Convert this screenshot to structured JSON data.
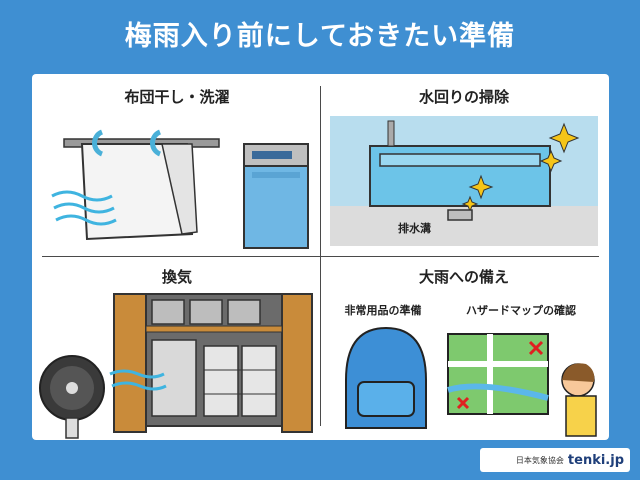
{
  "title": "梅雨入り前にしておきたい準備",
  "sections": {
    "futon": {
      "title": "布団干し・洗濯"
    },
    "water": {
      "title": "水回りの掃除",
      "drain_label": "排水溝"
    },
    "ventilation": {
      "title": "換気"
    },
    "rain": {
      "title": "大雨への備え",
      "emergency_label": "非常用品の準備",
      "hazard_label": "ハザードマップの確認"
    }
  },
  "footer": {
    "org": "日本気象協会",
    "brand": "tenki.jp"
  },
  "colors": {
    "background": "#3f8fd2",
    "panel": "#ffffff",
    "accent": "#55c2e6",
    "sparkle": "#f5c518"
  }
}
